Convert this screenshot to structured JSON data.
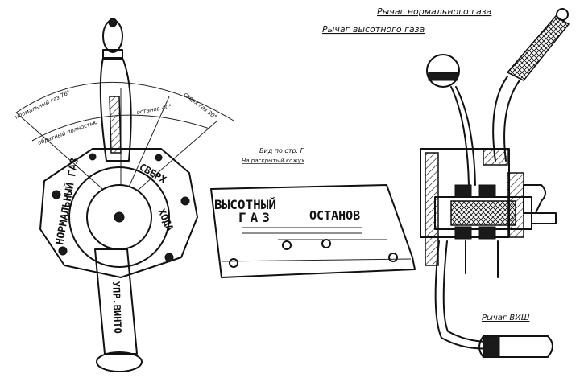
{
  "labels": {
    "normal_gas_lever": "Рычаг нормального газа",
    "altitude_gas_lever": "Рычаг высотного газа",
    "vish_lever": "Рычаг ВИШ",
    "view_g": "Вид по стр. Г",
    "on_reduced_scale": "На раскрытый кожух",
    "angle_normal": "нормальный газ 76°",
    "angle_full": "обратный полностью",
    "angle_stop": "останов 40°",
    "angle_over": "сверх газ 30°"
  },
  "dial_plate": {
    "text_normal_gas": "НОРМАЛЬНЫЙ ГАЗ",
    "text_over": "СВЕРХ",
    "text_stroke": "ХОДА",
    "handle_text": "УПР.ВИНТО"
  },
  "stencil_panel": {
    "line1": "ВЫСОТНЫЙ",
    "line2": "ГАЗ",
    "line3": "ОСТАНОВ"
  }
}
